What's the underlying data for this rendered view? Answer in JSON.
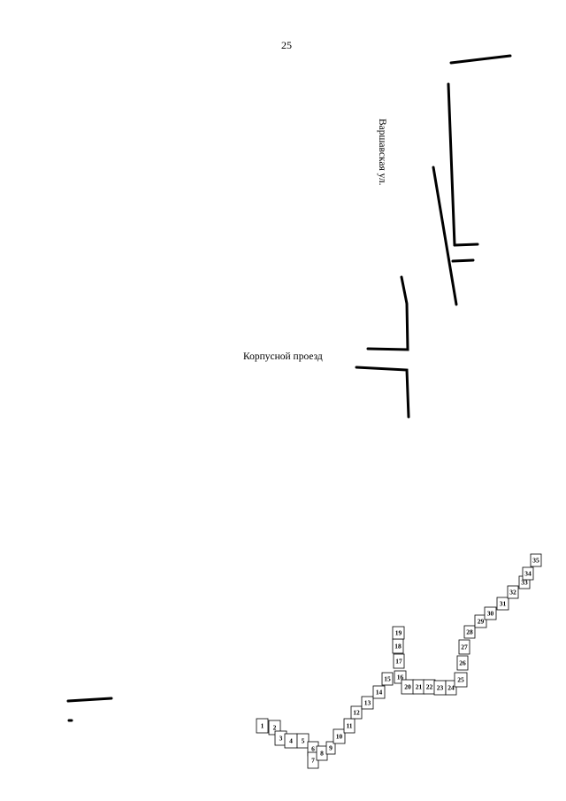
{
  "page_number": "25",
  "streets": {
    "varshavskaya": "Варшавская ул.",
    "korpusnoy": "Корпусной проезд"
  },
  "sheets": [
    "1",
    "2",
    "3",
    "4",
    "5",
    "6",
    "7",
    "8",
    "9",
    "10",
    "11",
    "12",
    "13",
    "14",
    "15",
    "16",
    "17",
    "18",
    "19",
    "20",
    "21",
    "22",
    "23",
    "24",
    "25",
    "26",
    "27",
    "28",
    "29",
    "30",
    "31",
    "32",
    "33",
    "34",
    "35"
  ],
  "colors": {
    "line": "#000000",
    "background": "#ffffff"
  }
}
